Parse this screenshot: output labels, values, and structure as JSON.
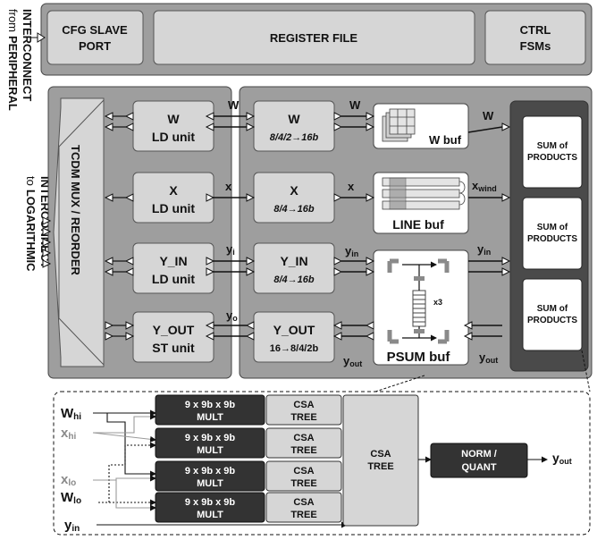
{
  "side_labels": {
    "top_prefix": "from",
    "top_line1": "PERIPHERAL",
    "top_line2": "INTERCONNECT",
    "bottom_prefix": "to",
    "bottom_line1": "LOGARITHMIC",
    "bottom_line2": "INTERCONNECT"
  },
  "top_bar": {
    "cfg_line1": "CFG SLAVE",
    "cfg_line2": "PORT",
    "register_file": "REGISTER FILE",
    "ctrl_line1": "CTRL",
    "ctrl_line2": "FSMs"
  },
  "tcdm_mux": "TCDM MUX / REORDER",
  "load_units": [
    {
      "line1": "W",
      "line2": "LD unit"
    },
    {
      "line1": "X",
      "line2": "LD unit"
    },
    {
      "line1": "Y_IN",
      "line2": "LD unit"
    },
    {
      "line1": "Y_OUT",
      "line2": "ST unit"
    }
  ],
  "converters": [
    {
      "line1": "W",
      "line2": "8/4/2→16b"
    },
    {
      "line1": "X",
      "line2": "8/4→16b"
    },
    {
      "line1": "Y_IN",
      "line2": "8/4→16b"
    },
    {
      "line1": "Y_OUT",
      "line2": "16→8/4/2b"
    }
  ],
  "stream_labels": {
    "w1": "W",
    "w2": "W",
    "w3": "W",
    "x1": "x",
    "x2": "x",
    "xwind_base": "x",
    "xwind_sub": "wind",
    "yi_base": "y",
    "yi_sub": "i",
    "yo_base": "y",
    "yo_sub": "o",
    "yin_a_base": "y",
    "yin_a_sub": "in",
    "yin_b_base": "y",
    "yin_b_sub": "in",
    "yout_a_base": "y",
    "yout_a_sub": "out",
    "yout_b_base": "y",
    "yout_b_sub": "out"
  },
  "buffers": {
    "w": "W buf",
    "line": "LINE buf",
    "psum": "PSUM buf",
    "x3": "x3"
  },
  "sum_of_products": [
    {
      "line1": "SUM of",
      "line2": "PRODUCTS"
    },
    {
      "line1": "SUM of",
      "line2": "PRODUCTS"
    },
    {
      "line1": "SUM of",
      "line2": "PRODUCTS"
    }
  ],
  "detail": {
    "inputs": [
      {
        "base": "W",
        "sub": "hi"
      },
      {
        "base": "x",
        "sub": "hi"
      },
      {
        "base": "x",
        "sub": "lo"
      },
      {
        "base": "W",
        "sub": "lo"
      }
    ],
    "yin": {
      "base": "y",
      "sub": "in"
    },
    "mults": [
      {
        "line1": "9 x 9b x 9b",
        "line2": "MULT"
      },
      {
        "line1": "9 x 9b x 9b",
        "line2": "MULT"
      },
      {
        "line1": "9 x 9b x 9b",
        "line2": "MULT"
      },
      {
        "line1": "9 x 9b x 9b",
        "line2": "MULT"
      }
    ],
    "csa_trees": [
      {
        "line1": "CSA",
        "line2": "TREE"
      },
      {
        "line1": "CSA",
        "line2": "TREE"
      },
      {
        "line1": "CSA",
        "line2": "TREE"
      },
      {
        "line1": "CSA",
        "line2": "TREE"
      }
    ],
    "csa_big": {
      "line1": "CSA",
      "line2": "TREE"
    },
    "norm": {
      "line1": "NORM /",
      "line2": "QUANT"
    },
    "yout": {
      "base": "y",
      "sub": "out"
    }
  },
  "colors": {
    "outer_gray": "#9e9e9e",
    "block_gray": "#d6d6d6",
    "panel_dark": "#4a4a4a",
    "mult_dark": "#333333",
    "highlight_gray": "#8a8a8a"
  }
}
